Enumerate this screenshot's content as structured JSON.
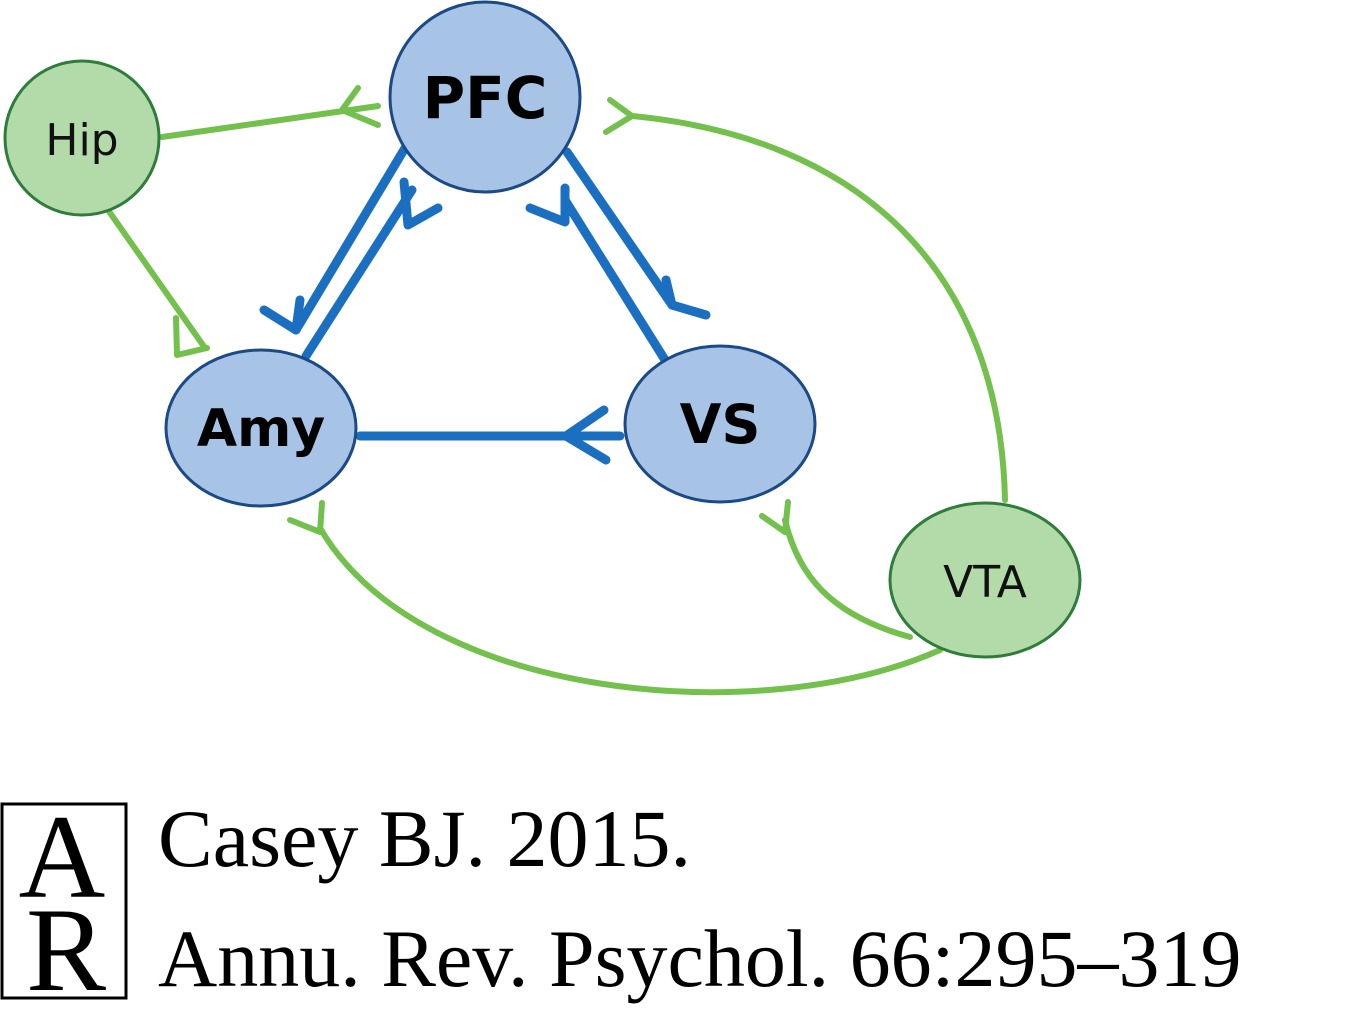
{
  "diagram": {
    "nodes": {
      "pfc": "PFC",
      "amy": "Amy",
      "vs": "VS",
      "hip": "Hip",
      "vta": "VTA"
    },
    "colors": {
      "core_fill": "#a7c4e6",
      "core_stroke": "#1b4a86",
      "core_edge": "#1a6fc0",
      "support_fill": "#b3dbaa",
      "support_stroke": "#2e7d3a",
      "support_edge": "#74c04d"
    },
    "edges": [
      {
        "from": "PFC",
        "to": "Amy"
      },
      {
        "from": "Amy",
        "to": "PFC"
      },
      {
        "from": "PFC",
        "to": "VS"
      },
      {
        "from": "VS",
        "to": "PFC"
      },
      {
        "from": "VS",
        "to": "Amy"
      },
      {
        "from": "Hip",
        "to": "PFC"
      },
      {
        "from": "Hip",
        "to": "Amy"
      },
      {
        "from": "VTA",
        "to": "PFC"
      },
      {
        "from": "VTA",
        "to": "VS"
      },
      {
        "from": "VTA",
        "to": "Amy"
      }
    ]
  },
  "citation": {
    "logo_letters": "AR",
    "line1": "Casey BJ. 2015.",
    "line2": "Annu. Rev. Psychol. 66:295–319"
  }
}
